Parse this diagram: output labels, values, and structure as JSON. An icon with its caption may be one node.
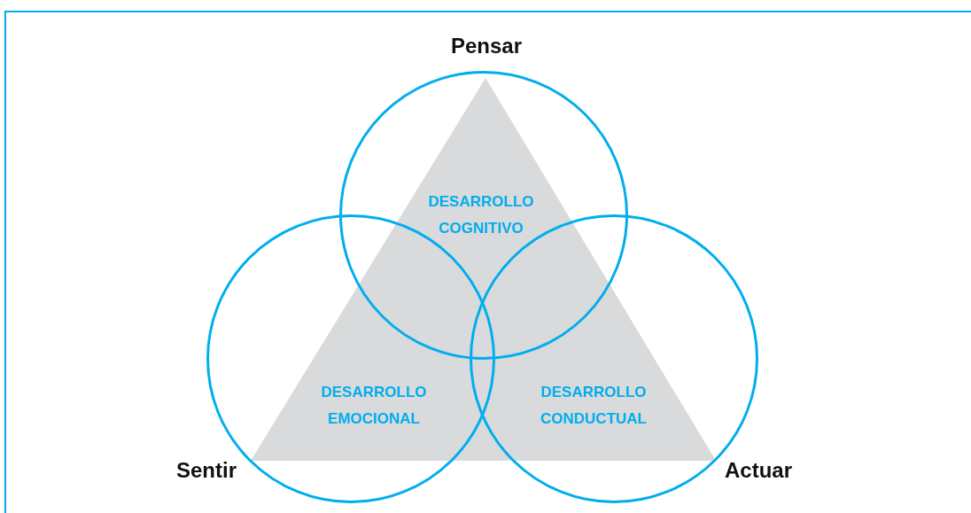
{
  "diagram": {
    "nodes": [
      {
        "text": [
          "Pensar",
          "DESARROLLO COGNITIVO"
        ]
      },
      {
        "text": [
          "Sentir",
          "DESARROLLO EMOCIONAL"
        ]
      },
      {
        "text": [
          "Actuar",
          "DESARROLLO CONDUCTUAL"
        ]
      }
    ]
  }
}
